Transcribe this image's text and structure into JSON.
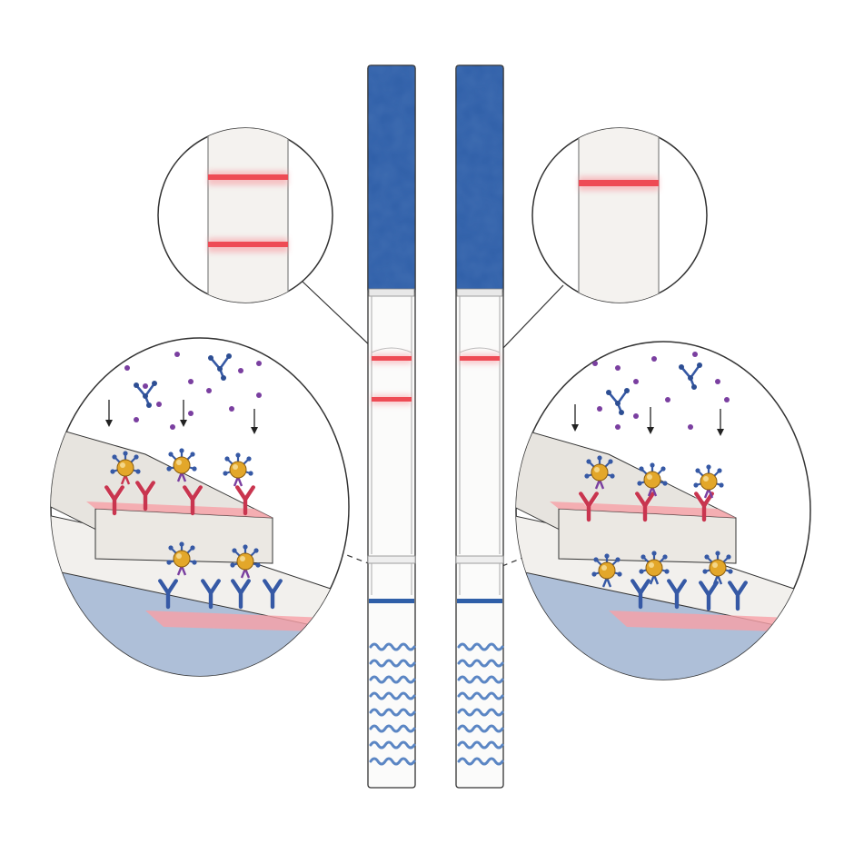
{
  "figure": {
    "subject": "lateral-flow-test-strips",
    "strips": [
      {
        "id": "left",
        "result_lines": 2,
        "control_line": true,
        "test_line": true
      },
      {
        "id": "right",
        "result_lines": 1,
        "control_line": true,
        "test_line": false
      }
    ]
  },
  "colors": {
    "handle_blue": "#2f5fa8",
    "handle_blue_dark": "#234a8a",
    "line_red": "#ee4b55",
    "line_red_glow": "#f7a0a6",
    "sample_blue": "#2f5fa8",
    "wave_blue": "#5b86c4",
    "membrane": "#f4f2ef",
    "pad_gray": "#e7e4df",
    "backing_blue": "#aebfd8",
    "particle_purple": "#7a3fa0",
    "gold": "#e3a72a",
    "antibody_red": "#c9354f",
    "antibody_blue": "#3659a5",
    "outline": "#333333"
  }
}
